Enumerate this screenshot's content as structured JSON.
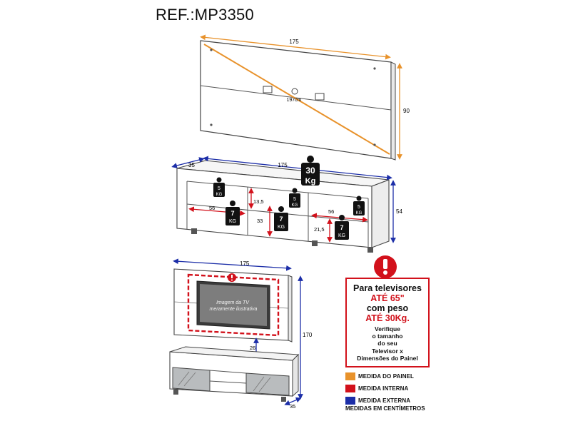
{
  "reference": "REF.:MP3350",
  "colors": {
    "panel": "#e8922b",
    "internal": "#d2111b",
    "external": "#1c2ea8",
    "line": "#333333"
  },
  "panel": {
    "width": "175",
    "height": "90",
    "diagonal": "197cm"
  },
  "rack": {
    "width": "175",
    "depth": "35",
    "height": "54",
    "top_load": {
      "value": "30",
      "unit": "Kg"
    },
    "upper_loads": [
      {
        "value": "5",
        "unit": "KG"
      },
      {
        "value": "5",
        "unit": "KG"
      },
      {
        "value": "5",
        "unit": "KG"
      }
    ],
    "lower_loads": [
      {
        "value": "7",
        "unit": "KG"
      },
      {
        "value": "7",
        "unit": "KG"
      },
      {
        "value": "7",
        "unit": "KG"
      }
    ],
    "internal_dims": {
      "left_width": "56",
      "right_width": "56",
      "upper_height": "13,5",
      "middle_height": "33",
      "lower_height": "21,5"
    }
  },
  "front_view": {
    "width": "175",
    "total_height": "170",
    "gap": "26",
    "depth": "35",
    "tv_note": "Imagem da TV meramente ilustrativa"
  },
  "warning": {
    "line1": "Para televisores",
    "line2": "ATÉ 65\"",
    "line3": "com peso",
    "line4": "ATÉ 30Kg.",
    "line5": "Verifique",
    "line6": "o tamanho",
    "line7": "do seu",
    "line8": "Televisor x",
    "line9": "Dimensões do Painel"
  },
  "legend": [
    {
      "label": "MEDIDA DO PAINEL",
      "color": "#e8922b"
    },
    {
      "label": "MEDIDA INTERNA",
      "color": "#d2111b"
    },
    {
      "label": "MEDIDA EXTERNA",
      "color": "#1c2ea8"
    }
  ],
  "units_note": "MEDIDAS EM CENTÍMETROS"
}
